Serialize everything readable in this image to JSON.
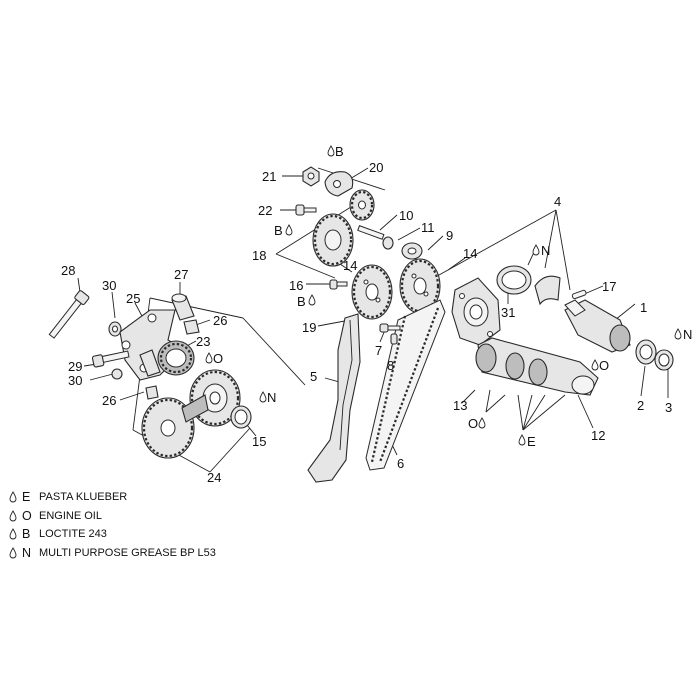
{
  "callouts": {
    "c1": "1",
    "c2": "2",
    "c3": "3",
    "c4": "4",
    "c5": "5",
    "c6": "6",
    "c7": "7",
    "c8": "8",
    "c9": "9",
    "c10": "10",
    "c11": "11",
    "c12": "12",
    "c13": "13",
    "c14a": "14",
    "c14b": "14",
    "c15": "15",
    "c16": "16",
    "c17": "17",
    "c18": "18",
    "c19": "19",
    "c20": "20",
    "c21": "21",
    "c22": "22",
    "c23": "23",
    "c24": "24",
    "c25": "25",
    "c26a": "26",
    "c26b": "26",
    "c27": "27",
    "c28": "28",
    "c29": "29",
    "c30a": "30",
    "c30b": "30",
    "c31": "31"
  },
  "markers": {
    "m21": "B",
    "m22": "B",
    "m16": "B",
    "m4": "N",
    "m3": "N",
    "m2": "O",
    "m15": "N",
    "m23": "O",
    "m13": "O",
    "m12": "E"
  },
  "legend": [
    {
      "code": "E",
      "text": "PASTA KLUEBER"
    },
    {
      "code": "O",
      "text": "ENGINE OIL"
    },
    {
      "code": "B",
      "text": "LOCTITE 243"
    },
    {
      "code": "N",
      "text": "MULTI PURPOSE GREASE BP L53"
    }
  ]
}
